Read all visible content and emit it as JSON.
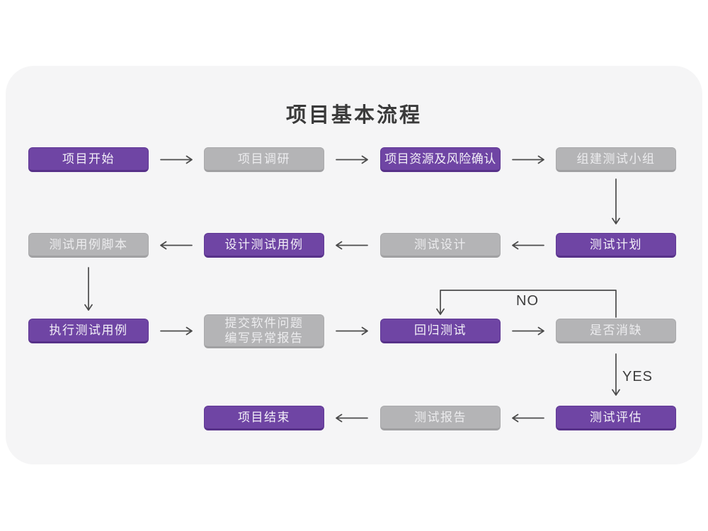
{
  "title": "项目基本流程",
  "branch_labels": {
    "no": "NO",
    "yes": "YES"
  },
  "colors": {
    "primary_purple": "#6f45a4",
    "primary_purple_border": "#573189",
    "secondary_gray": "#b4b4b6",
    "secondary_gray_border": "#a0a0a2",
    "card_background": "#f5f5f6",
    "page_background": "#ffffff",
    "connector_line": "#4b4b4b",
    "title_text": "#3a3a3a"
  },
  "nodes": [
    {
      "id": "project-start",
      "label": "项目开始",
      "type": "primary"
    },
    {
      "id": "project-research",
      "label": "项目调研",
      "type": "secondary"
    },
    {
      "id": "resources-risk-confirm",
      "label": "项目资源及风险确认",
      "type": "primary"
    },
    {
      "id": "build-test-team",
      "label": "组建测试小组",
      "type": "secondary"
    },
    {
      "id": "test-plan",
      "label": "测试计划",
      "type": "primary"
    },
    {
      "id": "test-design",
      "label": "测试设计",
      "type": "secondary"
    },
    {
      "id": "design-test-cases",
      "label": "设计测试用例",
      "type": "primary"
    },
    {
      "id": "test-case-scripts",
      "label": "测试用例脚本",
      "type": "secondary"
    },
    {
      "id": "execute-test-cases",
      "label": "执行测试用例",
      "type": "primary"
    },
    {
      "id": "submit-issue-report",
      "label": "提交软件问题",
      "label2": "编写异常报告",
      "type": "secondary"
    },
    {
      "id": "regression-test",
      "label": "回归测试",
      "type": "primary"
    },
    {
      "id": "defect-resolved",
      "label": "是否消缺",
      "type": "secondary"
    },
    {
      "id": "test-evaluation",
      "label": "测试评估",
      "type": "primary"
    },
    {
      "id": "test-report",
      "label": "测试报告",
      "type": "secondary"
    },
    {
      "id": "project-end",
      "label": "项目结束",
      "type": "primary"
    }
  ]
}
